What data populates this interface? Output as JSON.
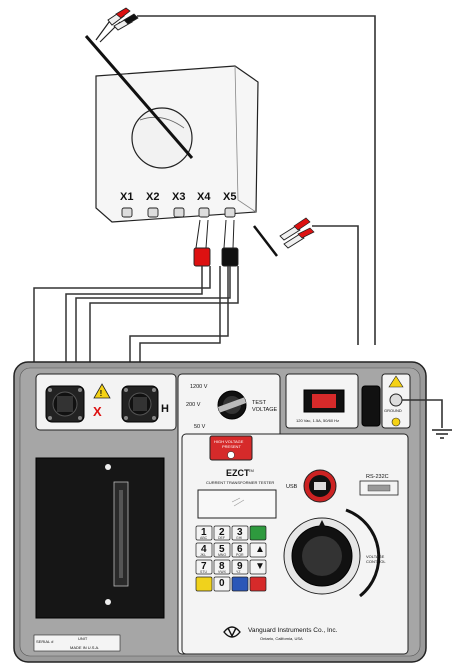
{
  "ct": {
    "terminals": [
      "X1",
      "X2",
      "X3",
      "X4",
      "X5"
    ]
  },
  "instrument": {
    "port_x": "X",
    "port_h": "H",
    "voltage_options": [
      "1200 V",
      "200 V",
      "50 V"
    ],
    "test_voltage_label": [
      "TEST",
      "VOLTAGE"
    ],
    "high_voltage_label": [
      "HIGH VOLTAGE",
      "PRESENT"
    ],
    "model": "EZCT",
    "model_mark": "TM",
    "model_subtitle": "CURRENT TRANSFORMER TESTER",
    "usb_label": "USB",
    "rs232_label": "RS-232C",
    "power_label": "120 Vac, 1.5A, 50/60 Hz",
    "voltage_control_label": [
      "VOLTAGE",
      "CONTROL"
    ],
    "ground_label": "GROUND",
    "keypad": [
      {
        "t": "1",
        "s": "ABC",
        "color": "#f4f4f4"
      },
      {
        "t": "2",
        "s": "DEF",
        "color": "#f4f4f4"
      },
      {
        "t": "3",
        "s": "GHI",
        "color": "#f4f4f4"
      },
      {
        "t": "",
        "s": "",
        "color": "#2e9a3e"
      },
      {
        "t": "4",
        "s": "JKL",
        "color": "#f4f4f4"
      },
      {
        "t": "5",
        "s": "MNO",
        "color": "#f4f4f4"
      },
      {
        "t": "6",
        "s": "PQR",
        "color": "#f4f4f4"
      },
      {
        "t": "▲",
        "s": "",
        "color": "#f4f4f4"
      },
      {
        "t": "7",
        "s": "STU",
        "color": "#f4f4f4"
      },
      {
        "t": "8",
        "s": "VWX",
        "color": "#f4f4f4"
      },
      {
        "t": "9",
        "s": "YZ",
        "color": "#f4f4f4"
      },
      {
        "t": "▼",
        "s": "",
        "color": "#f4f4f4"
      },
      {
        "t": "",
        "s": "",
        "color": "#f0d21c"
      },
      {
        "t": "0",
        "s": "",
        "color": "#f4f4f4"
      },
      {
        "t": "",
        "s": "",
        "color": "#2b57b8"
      },
      {
        "t": "",
        "s": "",
        "color": "#d62a2a"
      }
    ],
    "brand": "Vanguard Instruments Co., Inc.",
    "brand_location": "Ontario, California, USA",
    "serial_label": "SERIAL #",
    "unit_label": "UNIT",
    "made_in": "MADE IN U.S.A."
  }
}
